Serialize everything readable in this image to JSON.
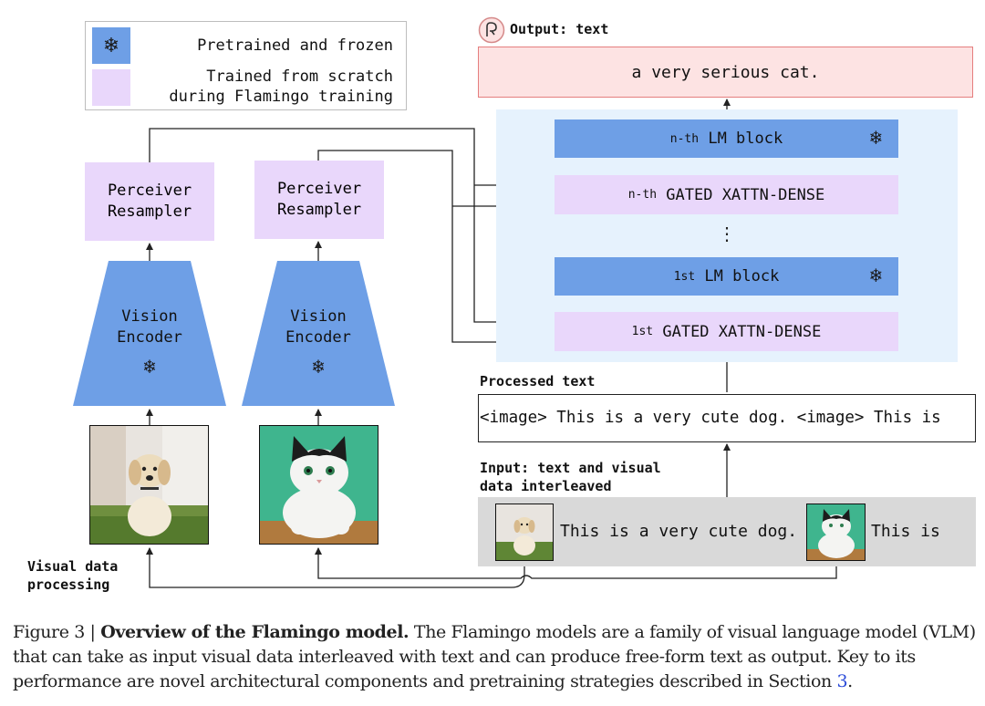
{
  "legend": {
    "frozen_label": "Pretrained and frozen",
    "scratch_label_line1": "Trained from scratch",
    "scratch_label_line2": "during Flamingo training"
  },
  "output": {
    "header": "Output: text",
    "text": "a very serious cat."
  },
  "lm_stack": {
    "nth_lm_prefix": "n-th",
    "nth_lm_label": "LM block",
    "nth_xattn_prefix": "n-th",
    "nth_xattn_label": "GATED XATTN-DENSE",
    "first_lm_prefix": "1st",
    "first_lm_label": "LM block",
    "first_xattn_prefix": "1st",
    "first_xattn_label": "GATED XATTN-DENSE",
    "ellipsis": "⋮"
  },
  "left_branch": {
    "resampler_line1": "Perceiver",
    "resampler_line2": "Resampler",
    "encoder_line1": "Vision",
    "encoder_line2": "Encoder",
    "image_subject": "dog"
  },
  "right_branch": {
    "resampler_line1": "Perceiver",
    "resampler_line2": "Resampler",
    "encoder_line1": "Vision",
    "encoder_line2": "Encoder",
    "image_subject": "cat"
  },
  "processed_text": {
    "header": "Processed text",
    "text": "<image> This is a very cute dog. <image> This is"
  },
  "input": {
    "header_line1": "Input: text and visual",
    "header_line2": "data interleaved",
    "text1": "This is a very cute dog.",
    "text2": "This is"
  },
  "visual_processing_label_line1": "Visual data",
  "visual_processing_label_line2": "processing",
  "caption": {
    "figure_label": "Figure 3 |",
    "bold_title": "Overview of the Flamingo model.",
    "body": "The Flamingo models are a family of visual language model (VLM) that can take as input visual data interleaved with text and can produce free-form text as output. Key to its performance are novel architectural components and pretraining strategies described in Section",
    "section_ref": "3",
    "end": "."
  },
  "colors": {
    "frozen_blue": "#6e9fe6",
    "trained_purple": "#e9d7fb",
    "output_pink": "#fde3e3",
    "lm_panel_bg": "#e6f2fd",
    "input_gray": "#d9d9d9"
  },
  "icons": {
    "frozen": "snowflake-icon",
    "output": "flamingo-logo-icon"
  }
}
